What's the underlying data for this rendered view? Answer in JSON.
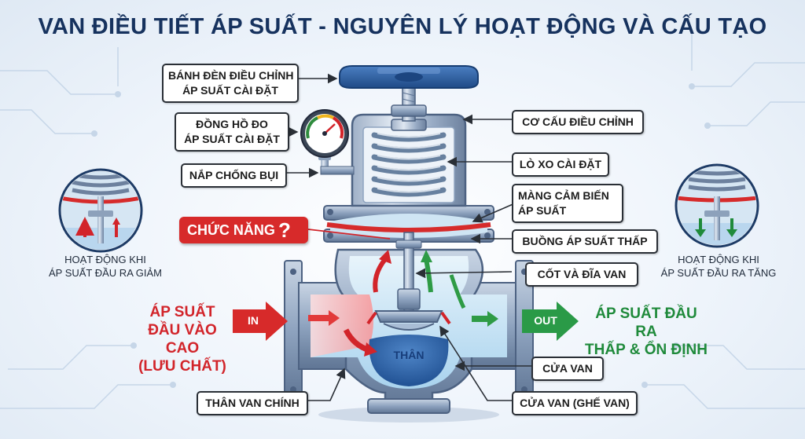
{
  "title": "VAN ĐIỀU TIẾT ÁP SUẤT - NGUYÊN LÝ HOẠT ĐỘNG VÀ CẤU TẠO",
  "labels": {
    "handwheel": [
      "BÁNH ĐÈN ĐIỀU CHỈNH",
      "ÁP SUẤT CÀI ĐẶT"
    ],
    "gauge": [
      "ĐỒNG HỒ ĐO",
      "ÁP SUẤT CÀI ĐẶT"
    ],
    "dust_cap": "NẮP CHỐNG BỤI",
    "adjust_mechanism": "CƠ CẤU ĐIỀU CHỈNH",
    "spring": "LÒ XO CÀI ĐẶT",
    "diaphragm": [
      "MÀNG CẢM BIẾN",
      "ÁP SUẤT"
    ],
    "low_chamber": "BUỒNG ÁP SUẤT THẤP",
    "stem_disc": "CỐT VÀ ĐĨA VAN",
    "valve_port": "CỬA VAN",
    "valve_seat": "CỬA VAN (GHẾ VAN)",
    "main_body": "THÂN VAN CHÍNH"
  },
  "function_badge": {
    "text": "CHỨC NĂNG",
    "mark": "?"
  },
  "body_text": "THÂN",
  "inlet": {
    "arrow": "IN",
    "text": [
      "ÁP  SUẤT",
      "ĐẦU VÀO CAO",
      "(LƯU CHẤT)"
    ]
  },
  "outlet": {
    "arrow": "OUT",
    "text": [
      "ÁP SUẤT ĐẦU RA",
      "THẤP & ỔN ĐỊNH"
    ]
  },
  "left_inset": {
    "caption": [
      "HOẠT ĐỘNG KHI",
      "ÁP SUẤT ĐẦU RA GIẢM"
    ]
  },
  "right_inset": {
    "caption": [
      "HOẠT ĐỘNG KHI",
      "ÁP SUẤT ĐẦU RA TĂNG"
    ]
  },
  "colors": {
    "title": "#16325e",
    "body": "#7f95b3",
    "handwheel": "#2f5f9f",
    "high_pressure": "#d2242a",
    "low_pressure": "#1f8a3b",
    "diaphragm": "#d62b2b"
  }
}
